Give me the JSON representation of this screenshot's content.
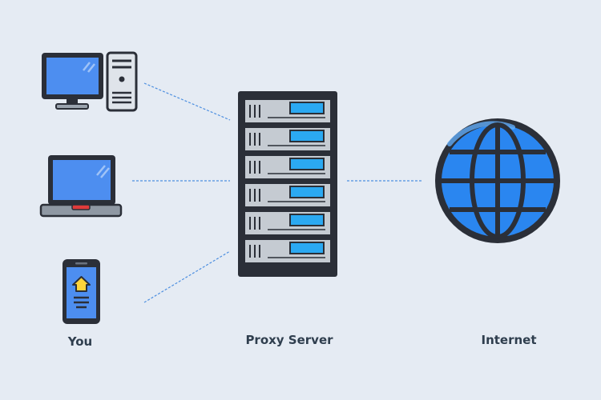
{
  "labels": {
    "client": "You",
    "proxy": "Proxy Server",
    "internet": "Internet"
  },
  "nodes": {
    "client_devices": [
      "desktop-computer-icon",
      "laptop-icon",
      "smartphone-icon"
    ],
    "proxy": "server-rack-icon",
    "internet": "globe-icon"
  },
  "colors": {
    "background": "#e5ebf3",
    "outline": "#2b2f38",
    "screen_blue": "#4d8ef0",
    "globe_blue": "#2a86f0",
    "server_panel": "#c5cbd2",
    "server_display": "#2ba9f2",
    "phone_icon_yellow": "#ffd43a",
    "laptop_indicator": "#e03b3b",
    "connector": "#4d8fe0",
    "label_text": "#2f3e4e"
  }
}
